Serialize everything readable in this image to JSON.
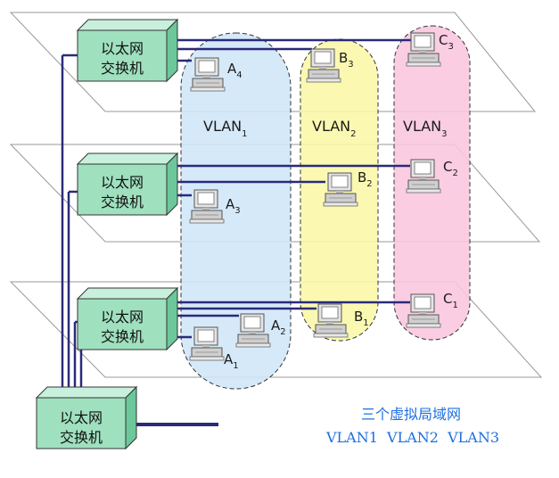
{
  "colors": {
    "vlan1": "#cfe6f8",
    "vlan2": "#fbf7a6",
    "vlan3": "#f9c6df",
    "switch": "#9fe0bf",
    "wire": "#2a2a7a",
    "caption": "#1e6fe0"
  },
  "switch_label": {
    "line1": "以太网",
    "line2": "交换机"
  },
  "vlans": [
    {
      "name": "VLAN",
      "sub": "1"
    },
    {
      "name": "VLAN",
      "sub": "2"
    },
    {
      "name": "VLAN",
      "sub": "3"
    }
  ],
  "computers": {
    "a4": {
      "letter": "A",
      "sub": "4"
    },
    "b3": {
      "letter": "B",
      "sub": "3"
    },
    "c3": {
      "letter": "C",
      "sub": "3"
    },
    "a3": {
      "letter": "A",
      "sub": "3"
    },
    "b2": {
      "letter": "B",
      "sub": "2"
    },
    "c2": {
      "letter": "C",
      "sub": "2"
    },
    "a1": {
      "letter": "A",
      "sub": "1"
    },
    "a2": {
      "letter": "A",
      "sub": "2"
    },
    "b1": {
      "letter": "B",
      "sub": "1"
    },
    "c1": {
      "letter": "C",
      "sub": "1"
    }
  },
  "caption": {
    "title": "三个虚拟局域网",
    "subtitle": "VLAN1  VLAN2  VLAN3"
  }
}
